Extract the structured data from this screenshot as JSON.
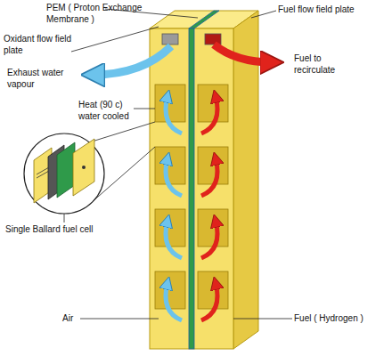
{
  "diagram": {
    "labels": [
      "PEM ( Proton Exchange Membrane )",
      "Oxidant flow field plate",
      "Fuel flow field plate",
      "Exhaust water vapour",
      "Fuel to recirculate",
      "Heat (90 c) water cooled",
      "Single Ballard fuel cell",
      "Air",
      "Fuel ( Hydrogen )"
    ]
  }
}
